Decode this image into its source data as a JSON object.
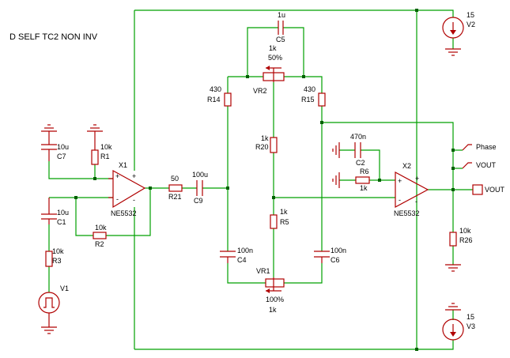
{
  "title": "D SELF TC2  NON INV",
  "components": {
    "C5": {
      "ref": "C5",
      "value": "1u"
    },
    "VR2": {
      "ref": "VR2",
      "value": "1k",
      "setting": "50%"
    },
    "R14": {
      "ref": "R14",
      "value": "430"
    },
    "R15": {
      "ref": "R15",
      "value": "430"
    },
    "R20": {
      "ref": "R20",
      "value": "1k"
    },
    "R5": {
      "ref": "R5",
      "value": "1k"
    },
    "C4": {
      "ref": "C4",
      "value": "100n"
    },
    "C6": {
      "ref": "C6",
      "value": "100n"
    },
    "VR1": {
      "ref": "VR1",
      "value": "1k",
      "setting": "100%"
    },
    "R21": {
      "ref": "R21",
      "value": "50"
    },
    "C9": {
      "ref": "C9",
      "value": "100u"
    },
    "X1": {
      "ref": "X1",
      "value": "NE5532"
    },
    "X2": {
      "ref": "X2",
      "value": "NE5532"
    },
    "C7": {
      "ref": "C7",
      "value": "10u"
    },
    "R1": {
      "ref": "R1",
      "value": "10k"
    },
    "C1": {
      "ref": "C1",
      "value": "10u"
    },
    "R2": {
      "ref": "R2",
      "value": "10k"
    },
    "R3": {
      "ref": "R3",
      "value": "10k"
    },
    "V1": {
      "ref": "V1"
    },
    "V2": {
      "ref": "V2",
      "value": "15"
    },
    "V3": {
      "ref": "V3",
      "value": "15"
    },
    "C2": {
      "ref": "C2",
      "value": "470n"
    },
    "R6": {
      "ref": "R6",
      "value": "1k"
    },
    "R26": {
      "ref": "R26",
      "value": "10k"
    }
  },
  "probes": {
    "phase": "Phase",
    "vout_probe": "VOUT",
    "vout_port": "VOUT"
  },
  "opamp_pins": {
    "plus": "+",
    "minus": "-"
  }
}
